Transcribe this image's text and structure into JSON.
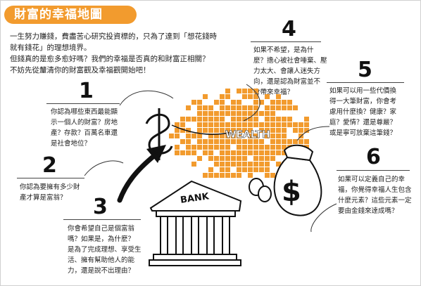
{
  "title": "財富的幸福地圖",
  "intro": [
    "一生努力賺錢，費盡苦心研究投資標的，只為了達到「想花錢時",
    "就有錢花」的理想境界。",
    "但錢真的是愈多愈好嗎？我們的幸福是否真的和財富正相關？",
    "不妨先從釐清你的財富觀及幸福觀開始吧！"
  ],
  "sections": [
    {
      "number": "1",
      "lines": [
        "你認為哪些東西最能顯",
        "示一個人的財富？房地",
        "產？存款？百萬名車還",
        "是社會地位？"
      ]
    },
    {
      "number": "2",
      "lines": [
        "你認為要擁有多少財",
        "產才算是富翁？"
      ]
    },
    {
      "number": "3",
      "lines": [
        "你會希望自己是個富翁",
        "嗎？如果是，為什麼？",
        "是為了完成理想、享受生",
        "活、擁有幫助他人的能",
        "力，還是說不出理由？"
      ]
    },
    {
      "number": "4",
      "lines": [
        "如果不希望，是為什",
        "麼？擔心被社會唾棄、壓",
        "力太大、會讓人迷失方",
        "向，還是認為財富並不",
        "會帶來幸福？"
      ]
    },
    {
      "number": "5",
      "lines": [
        "如果可以用一些代價換",
        "得一大筆財富，你會考",
        "慮用什麼換？健康？家",
        "庭？愛情？還是尊嚴？",
        "或是寧可放棄這筆錢？"
      ]
    },
    {
      "number": "6",
      "lines": [
        "如果可以定義自己的幸",
        "福，你覺得幸福人生包含",
        "什麼元素？這些元素一定",
        "要由金錢來達成嗎？"
      ]
    }
  ],
  "illustration": {
    "wealth_label": "WEALTH",
    "bank_label": "BANK",
    "currency_symbol": "$",
    "accent_color": "#f29b2e",
    "icons": [
      "dollar-sign-icon",
      "arrow-icon",
      "bank-building-icon",
      "money-bag-icon",
      "coin-icon"
    ]
  }
}
